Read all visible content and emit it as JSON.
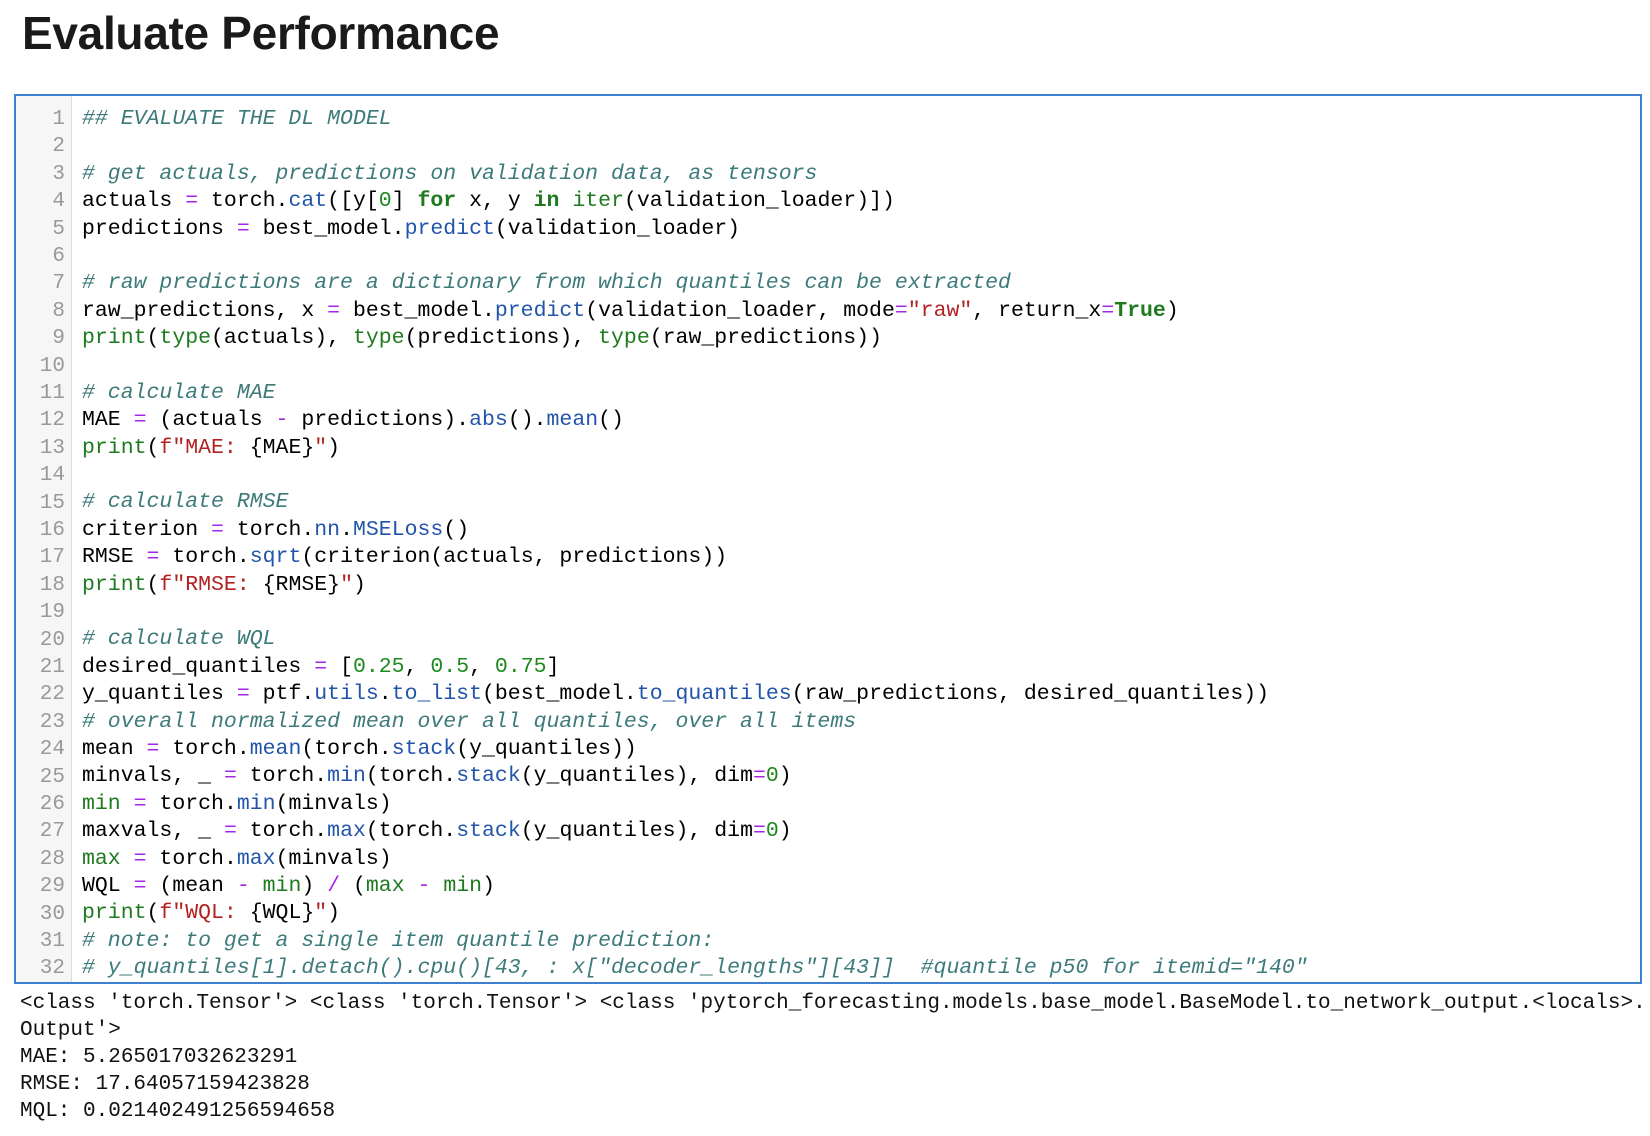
{
  "heading": "Evaluate Performance",
  "code_lines": [
    [
      [
        "c",
        "## EVALUATE THE DL MODEL"
      ]
    ],
    [],
    [
      [
        "c",
        "# get actuals, predictions on validation data, as tensors"
      ]
    ],
    [
      [
        "t",
        "actuals "
      ],
      [
        "op",
        "="
      ],
      [
        "t",
        " torch."
      ],
      [
        "attr",
        "cat"
      ],
      [
        "t",
        "([y["
      ],
      [
        "num",
        "0"
      ],
      [
        "t",
        "] "
      ],
      [
        "kw",
        "for"
      ],
      [
        "t",
        " x, y "
      ],
      [
        "kw",
        "in"
      ],
      [
        "t",
        " "
      ],
      [
        "bi",
        "iter"
      ],
      [
        "t",
        "(validation_loader)])"
      ]
    ],
    [
      [
        "t",
        "predictions "
      ],
      [
        "op",
        "="
      ],
      [
        "t",
        " best_model."
      ],
      [
        "attr",
        "predict"
      ],
      [
        "t",
        "(validation_loader)"
      ]
    ],
    [],
    [
      [
        "c",
        "# raw predictions are a dictionary from which quantiles can be extracted"
      ]
    ],
    [
      [
        "t",
        "raw_predictions, x "
      ],
      [
        "op",
        "="
      ],
      [
        "t",
        " best_model."
      ],
      [
        "attr",
        "predict"
      ],
      [
        "t",
        "(validation_loader, mode"
      ],
      [
        "op",
        "="
      ],
      [
        "str",
        "\"raw\""
      ],
      [
        "t",
        ", return_x"
      ],
      [
        "op",
        "="
      ],
      [
        "kw",
        "True"
      ],
      [
        "t",
        ")"
      ]
    ],
    [
      [
        "bi",
        "print"
      ],
      [
        "t",
        "("
      ],
      [
        "bi",
        "type"
      ],
      [
        "t",
        "(actuals), "
      ],
      [
        "bi",
        "type"
      ],
      [
        "t",
        "(predictions), "
      ],
      [
        "bi",
        "type"
      ],
      [
        "t",
        "(raw_predictions))"
      ]
    ],
    [],
    [
      [
        "c",
        "# calculate MAE"
      ]
    ],
    [
      [
        "t",
        "MAE "
      ],
      [
        "op",
        "="
      ],
      [
        "t",
        " (actuals "
      ],
      [
        "op",
        "-"
      ],
      [
        "t",
        " predictions)."
      ],
      [
        "attr",
        "abs"
      ],
      [
        "t",
        "()."
      ],
      [
        "attr",
        "mean"
      ],
      [
        "t",
        "()"
      ]
    ],
    [
      [
        "bi",
        "print"
      ],
      [
        "t",
        "("
      ],
      [
        "str",
        "f\"MAE: "
      ],
      [
        "t",
        "{MAE}"
      ],
      [
        "str",
        "\""
      ],
      [
        "t",
        ")"
      ]
    ],
    [],
    [
      [
        "c",
        "# calculate RMSE"
      ]
    ],
    [
      [
        "t",
        "criterion "
      ],
      [
        "op",
        "="
      ],
      [
        "t",
        " torch."
      ],
      [
        "attr",
        "nn"
      ],
      [
        "t",
        "."
      ],
      [
        "attr",
        "MSELoss"
      ],
      [
        "t",
        "()"
      ]
    ],
    [
      [
        "t",
        "RMSE "
      ],
      [
        "op",
        "="
      ],
      [
        "t",
        " torch."
      ],
      [
        "attr",
        "sqrt"
      ],
      [
        "t",
        "(criterion(actuals, predictions))"
      ]
    ],
    [
      [
        "bi",
        "print"
      ],
      [
        "t",
        "("
      ],
      [
        "str",
        "f\"RMSE: "
      ],
      [
        "t",
        "{RMSE}"
      ],
      [
        "str",
        "\""
      ],
      [
        "t",
        ")"
      ]
    ],
    [],
    [
      [
        "c",
        "# calculate WQL"
      ]
    ],
    [
      [
        "t",
        "desired_quantiles "
      ],
      [
        "op",
        "="
      ],
      [
        "t",
        " ["
      ],
      [
        "num",
        "0.25"
      ],
      [
        "t",
        ", "
      ],
      [
        "num",
        "0.5"
      ],
      [
        "t",
        ", "
      ],
      [
        "num",
        "0.75"
      ],
      [
        "t",
        "]"
      ]
    ],
    [
      [
        "t",
        "y_quantiles "
      ],
      [
        "op",
        "="
      ],
      [
        "t",
        " ptf."
      ],
      [
        "attr",
        "utils"
      ],
      [
        "t",
        "."
      ],
      [
        "attr",
        "to_list"
      ],
      [
        "t",
        "(best_model."
      ],
      [
        "attr",
        "to_quantiles"
      ],
      [
        "t",
        "(raw_predictions, desired_quantiles))"
      ]
    ],
    [
      [
        "c",
        "# overall normalized mean over all quantiles, over all items"
      ]
    ],
    [
      [
        "t",
        "mean "
      ],
      [
        "op",
        "="
      ],
      [
        "t",
        " torch."
      ],
      [
        "attr",
        "mean"
      ],
      [
        "t",
        "(torch."
      ],
      [
        "attr",
        "stack"
      ],
      [
        "t",
        "(y_quantiles))"
      ]
    ],
    [
      [
        "t",
        "minvals, _ "
      ],
      [
        "op",
        "="
      ],
      [
        "t",
        " torch."
      ],
      [
        "attr",
        "min"
      ],
      [
        "t",
        "(torch."
      ],
      [
        "attr",
        "stack"
      ],
      [
        "t",
        "(y_quantiles), dim"
      ],
      [
        "op",
        "="
      ],
      [
        "num",
        "0"
      ],
      [
        "t",
        ")"
      ]
    ],
    [
      [
        "bi",
        "min"
      ],
      [
        "t",
        " "
      ],
      [
        "op",
        "="
      ],
      [
        "t",
        " torch."
      ],
      [
        "attr",
        "min"
      ],
      [
        "t",
        "(minvals)"
      ]
    ],
    [
      [
        "t",
        "maxvals, _ "
      ],
      [
        "op",
        "="
      ],
      [
        "t",
        " torch."
      ],
      [
        "attr",
        "max"
      ],
      [
        "t",
        "(torch."
      ],
      [
        "attr",
        "stack"
      ],
      [
        "t",
        "(y_quantiles), dim"
      ],
      [
        "op",
        "="
      ],
      [
        "num",
        "0"
      ],
      [
        "t",
        ")"
      ]
    ],
    [
      [
        "bi",
        "max"
      ],
      [
        "t",
        " "
      ],
      [
        "op",
        "="
      ],
      [
        "t",
        " torch."
      ],
      [
        "attr",
        "max"
      ],
      [
        "t",
        "(minvals)"
      ]
    ],
    [
      [
        "t",
        "WQL "
      ],
      [
        "op",
        "="
      ],
      [
        "t",
        " (mean "
      ],
      [
        "op",
        "-"
      ],
      [
        "t",
        " "
      ],
      [
        "bi",
        "min"
      ],
      [
        "t",
        ") "
      ],
      [
        "op",
        "/"
      ],
      [
        "t",
        " ("
      ],
      [
        "bi",
        "max"
      ],
      [
        "t",
        " "
      ],
      [
        "op",
        "-"
      ],
      [
        "t",
        " "
      ],
      [
        "bi",
        "min"
      ],
      [
        "t",
        ")"
      ]
    ],
    [
      [
        "bi",
        "print"
      ],
      [
        "t",
        "("
      ],
      [
        "str",
        "f\"WQL: "
      ],
      [
        "t",
        "{WQL}"
      ],
      [
        "str",
        "\""
      ],
      [
        "t",
        ")"
      ]
    ],
    [
      [
        "c",
        "# note: to get a single item quantile prediction:"
      ]
    ],
    [
      [
        "c",
        "# y_quantiles[1].detach().cpu()[43, : x[\"decoder_lengths\"][43]]  #quantile p50 for itemid=\"140\""
      ]
    ]
  ],
  "output_lines": [
    "<class 'torch.Tensor'> <class 'torch.Tensor'> <class 'pytorch_forecasting.models.base_model.BaseModel.to_network_output.<locals>.",
    "Output'>",
    "MAE: 5.265017032623291",
    "RMSE: 17.64057159423828",
    "MQL: 0.021402491256594658"
  ]
}
